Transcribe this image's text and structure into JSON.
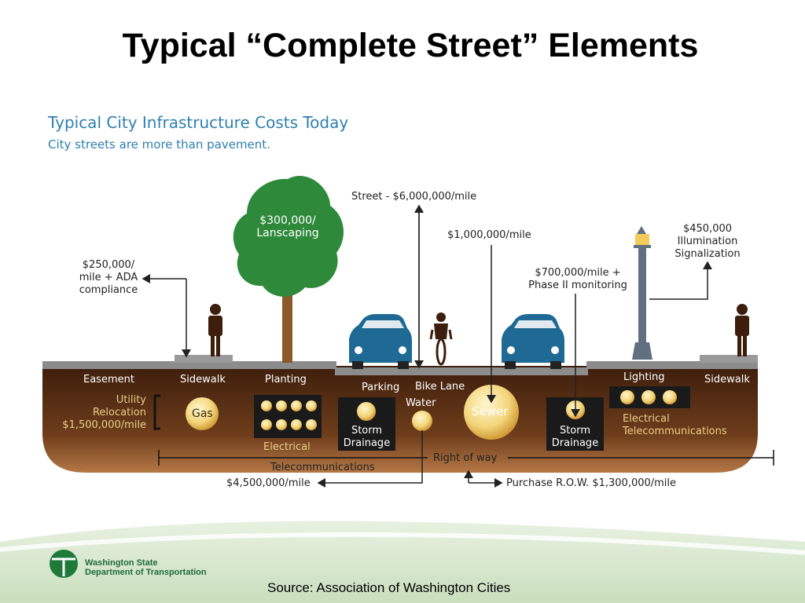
{
  "slide_title": "Typical “Complete Street” Elements",
  "infographic": {
    "title": "Typical City Infrastructure Costs Today",
    "subtitle": "City streets are more than pavement."
  },
  "costs": {
    "sidewalk": [
      "$250,000/",
      "mile + ADA",
      "compliance"
    ],
    "landscaping": [
      "$300,000/",
      "Lanscaping"
    ],
    "street": "Street - $6,000,000/mile",
    "sewer": "$1,000,000/mile",
    "storm": [
      "$700,000/mile +",
      "Phase II monitoring"
    ],
    "illumination": [
      "$450,000",
      "Illumination",
      "Signalization"
    ],
    "utility": [
      "Utility",
      "Relocation",
      "$1,500,000/mile"
    ],
    "telecom": "$4,500,000/mile",
    "purchase_row": "Purchase R.O.W. $1,300,000/mile"
  },
  "zones": {
    "easement": "Easement",
    "sidewalk_left": "Sidewalk",
    "planting": "Planting",
    "parking": "Parking",
    "bike_lane": "Bike Lane",
    "lighting": "Lighting",
    "sidewalk_right": "Sidewalk"
  },
  "underground": {
    "gas": "Gas",
    "electrical": "Electrical",
    "storm_drainage_1": [
      "Storm",
      "Drainage"
    ],
    "water": "Water",
    "sewer": "Sewer",
    "storm_drainage_2": [
      "Storm",
      "Drainage"
    ],
    "electrical_telecom": [
      "Electrical",
      "Telecommunications"
    ],
    "right_of_way": "Right of way",
    "telecommunications": "Telecommunications"
  },
  "footer": {
    "logo_line1": "Washington State",
    "logo_line2": "Department of Transportation",
    "source": "Source:  Association of Washington Cities"
  },
  "colors": {
    "soil_dark": "#3d1e0c",
    "soil_light": "#a0673a",
    "pavement": "#8a8a8a",
    "car": "#1f6a94",
    "tree": "#2e8a3a",
    "title_blue": "#2e7fae",
    "pipe_glow": "#f0c040"
  }
}
